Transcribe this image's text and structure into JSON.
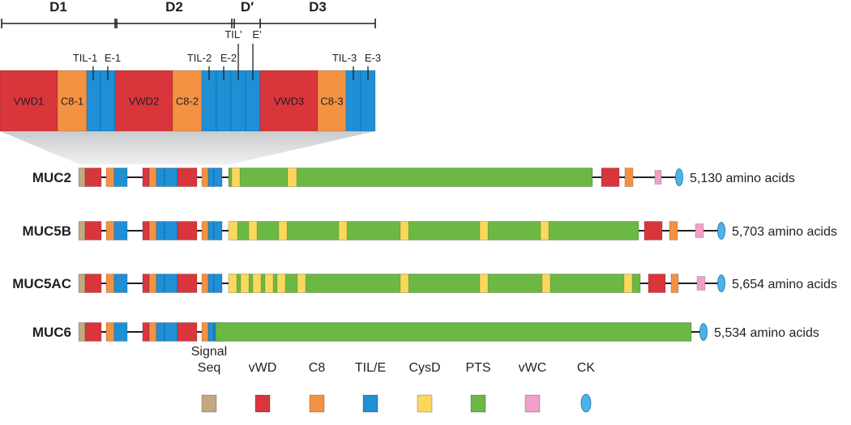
{
  "colors": {
    "signal": "#c4a882",
    "vwd": "#d9363c",
    "c8": "#f39243",
    "til": "#1f8fd6",
    "cysd": "#fbd75c",
    "pts": "#6cb845",
    "vwc": "#f0a0c8",
    "ck": "#4cb3e6",
    "line": "#231f20"
  },
  "header": {
    "regions": [
      {
        "id": "d1",
        "label": "D1"
      },
      {
        "id": "d2",
        "label": "D2"
      },
      {
        "id": "dprime",
        "label": "D′"
      },
      {
        "id": "d3",
        "label": "D3"
      }
    ],
    "callouts": [
      {
        "id": "til-1",
        "label": "TIL-1"
      },
      {
        "id": "e-1",
        "label": "E-1"
      },
      {
        "id": "til-2",
        "label": "TIL-2"
      },
      {
        "id": "e-2",
        "label": "E-2"
      },
      {
        "id": "til-prime",
        "label": "TIL'"
      },
      {
        "id": "e-prime",
        "label": "E'"
      },
      {
        "id": "til-3",
        "label": "TIL-3"
      },
      {
        "id": "e-3",
        "label": "E-3"
      }
    ],
    "domains": [
      {
        "id": "vwd1",
        "type": "vwd",
        "label": "VWD1"
      },
      {
        "id": "c8-1",
        "type": "c8",
        "label": "C8-1"
      },
      {
        "id": "vwd2",
        "type": "vwd",
        "label": "VWD2"
      },
      {
        "id": "c8-2",
        "type": "c8",
        "label": "C8-2"
      },
      {
        "id": "vwd3",
        "type": "vwd",
        "label": "VWD3"
      },
      {
        "id": "c8-3",
        "type": "c8",
        "label": "C8-3"
      }
    ]
  },
  "proteins": [
    {
      "id": "muc2",
      "name": "MUC2",
      "length": "5,130 amino acids"
    },
    {
      "id": "muc5b",
      "name": "MUC5B",
      "length": "5,703 amino acids"
    },
    {
      "id": "muc5ac",
      "name": "MUC5AC",
      "length": "5,654 amino acids"
    },
    {
      "id": "muc6",
      "name": "MUC6",
      "length": "5,534 amino acids"
    }
  ],
  "legend": [
    {
      "id": "signal",
      "label": "Signal\nSeq",
      "shape": "rect"
    },
    {
      "id": "vwd",
      "label": "vWD",
      "shape": "rect"
    },
    {
      "id": "c8",
      "label": "C8",
      "shape": "rect"
    },
    {
      "id": "til",
      "label": "TIL/E",
      "shape": "rect"
    },
    {
      "id": "cysd",
      "label": "CysD",
      "shape": "rect"
    },
    {
      "id": "pts",
      "label": "PTS",
      "shape": "rect"
    },
    {
      "id": "vwc",
      "label": "vWC",
      "shape": "rect"
    },
    {
      "id": "ck",
      "label": "CK",
      "shape": "ellipse"
    }
  ]
}
